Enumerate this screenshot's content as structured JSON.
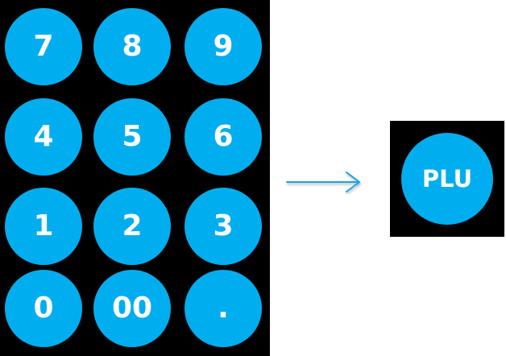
{
  "keypad": {
    "keys": [
      {
        "label": "7"
      },
      {
        "label": "8"
      },
      {
        "label": "9"
      },
      {
        "label": "4"
      },
      {
        "label": "5"
      },
      {
        "label": "6"
      },
      {
        "label": "1"
      },
      {
        "label": "2"
      },
      {
        "label": "3"
      },
      {
        "label": "0"
      },
      {
        "label": "00"
      },
      {
        "label": "."
      }
    ]
  },
  "plu": {
    "label": "PLU"
  },
  "arrow_icon": "right-arrow-icon",
  "colors": {
    "key_fill": "#00AEEF",
    "key_text": "#FFFFFF",
    "panel_bg": "#000000",
    "arrow": "#1AA3E8"
  }
}
